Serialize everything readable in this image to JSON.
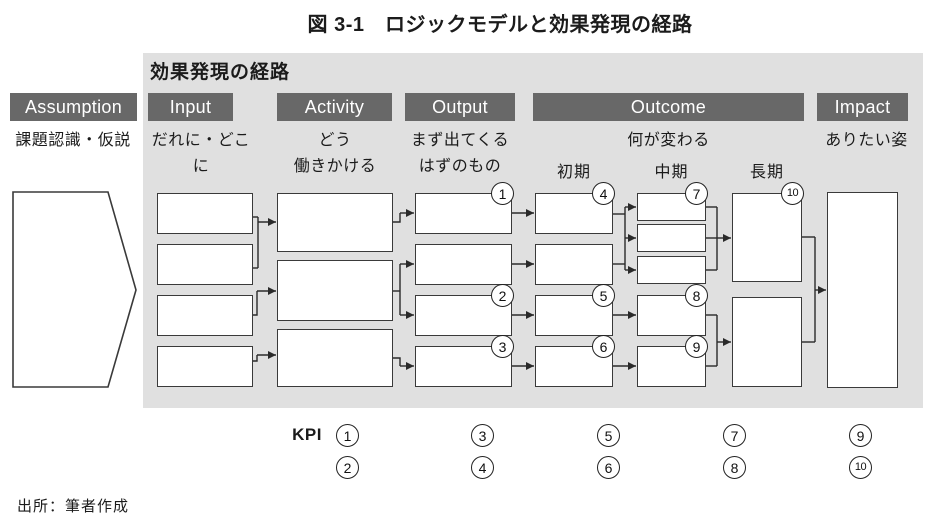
{
  "title": "図 3-1　ロジックモデルと効果発現の経路",
  "panel": {
    "label": "効果発現の経路"
  },
  "columns": {
    "assumption": {
      "header": "Assumption",
      "sublabel": "課題認識・仮説"
    },
    "input": {
      "header": "Input",
      "sublabel": "だれに・どこに"
    },
    "activity": {
      "header": "Activity",
      "sublabel_line1": "どう",
      "sublabel_line2": "働きかける"
    },
    "output": {
      "header": "Output",
      "sublabel_line1": "まず出てくる",
      "sublabel_line2": "はずのもの"
    },
    "outcome": {
      "header": "Outcome",
      "sublabel": "何が変わる",
      "phases": {
        "early": "初期",
        "mid": "中期",
        "long": "長期"
      }
    },
    "impact": {
      "header": "Impact",
      "sublabel": "ありたい姿"
    }
  },
  "badges": {
    "n1": "1",
    "n2": "2",
    "n3": "3",
    "n4": "4",
    "n5": "5",
    "n6": "6",
    "n7": "7",
    "n8": "8",
    "n9": "9",
    "n10": "10"
  },
  "kpi": {
    "label": "KPI",
    "rows": [
      [
        "1",
        "3",
        "5",
        "7",
        "9"
      ],
      [
        "2",
        "4",
        "6",
        "8",
        "10"
      ]
    ]
  },
  "source": "出所：筆者作成",
  "colors": {
    "header_bar": "#686868",
    "panel_bg": "#e0e0e0",
    "line_color": "#2a2a2a",
    "box_border": "#3a3a3a",
    "text_color": "#1b1b1b"
  }
}
